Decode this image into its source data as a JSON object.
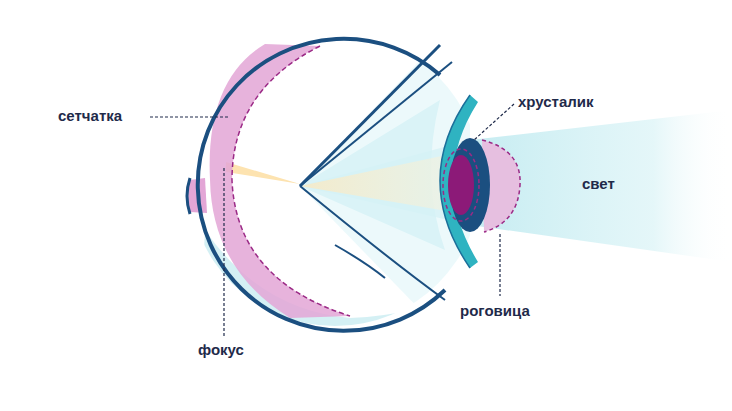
{
  "diagram": {
    "labels": [
      "сетчатка",
      "хрусталик",
      "свет",
      "фокус",
      "роговица"
    ]
  }
}
